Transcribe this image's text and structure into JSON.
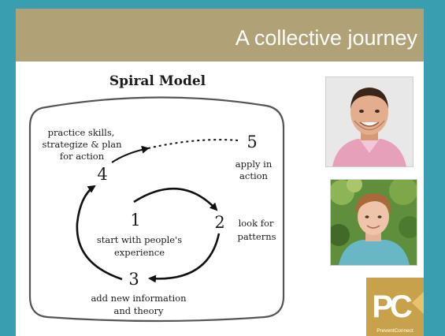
{
  "slide": {
    "title": "A collective journey"
  },
  "diagram": {
    "title": "Spiral Model",
    "steps": [
      {
        "number": "1",
        "line1": "start with people's",
        "line2": "experience"
      },
      {
        "number": "2",
        "line1": "look for",
        "line2": "patterns"
      },
      {
        "number": "3",
        "line1": "add new information",
        "line2": "and theory"
      },
      {
        "number": "4",
        "line1": "practice skills,",
        "line2": "strategize & plan",
        "line3": "for action"
      },
      {
        "number": "5",
        "line1": "apply in",
        "line2": "action"
      }
    ]
  },
  "logo": {
    "letters": "PC",
    "caption": "PreventConnect"
  },
  "colors": {
    "background": "#3a9eb1",
    "title_bar": "#b0a276",
    "logo": "#c7a24a"
  }
}
